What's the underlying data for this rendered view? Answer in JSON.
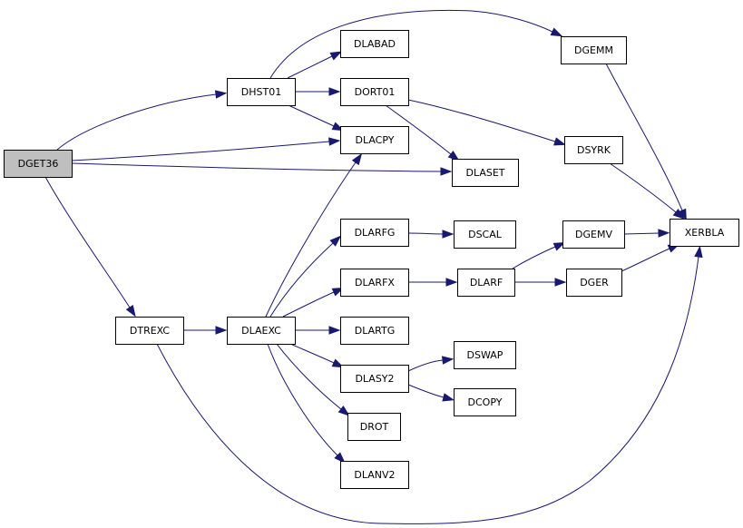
{
  "graph": {
    "colors": {
      "edge": "#191970",
      "node_fill": "#ffffff",
      "root_fill": "#bfbfbf",
      "node_stroke": "#000000"
    },
    "nodes": [
      {
        "id": "DGET36",
        "label": "DGET36",
        "highlighted": true
      },
      {
        "id": "DHST01",
        "label": "DHST01"
      },
      {
        "id": "DTREXC",
        "label": "DTREXC"
      },
      {
        "id": "DLABAD",
        "label": "DLABAD"
      },
      {
        "id": "DORT01",
        "label": "DORT01"
      },
      {
        "id": "DLACPY",
        "label": "DLACPY"
      },
      {
        "id": "DLASET",
        "label": "DLASET"
      },
      {
        "id": "DGEMM",
        "label": "DGEMM"
      },
      {
        "id": "DSYRK",
        "label": "DSYRK"
      },
      {
        "id": "XERBLA",
        "label": "XERBLA"
      },
      {
        "id": "DLAEXC",
        "label": "DLAEXC"
      },
      {
        "id": "DLARFG",
        "label": "DLARFG"
      },
      {
        "id": "DSCAL",
        "label": "DSCAL"
      },
      {
        "id": "DLARFX",
        "label": "DLARFX"
      },
      {
        "id": "DLARF",
        "label": "DLARF"
      },
      {
        "id": "DGEMV",
        "label": "DGEMV"
      },
      {
        "id": "DGER",
        "label": "DGER"
      },
      {
        "id": "DLARTG",
        "label": "DLARTG"
      },
      {
        "id": "DLASY2",
        "label": "DLASY2"
      },
      {
        "id": "DSWAP",
        "label": "DSWAP"
      },
      {
        "id": "DCOPY",
        "label": "DCOPY"
      },
      {
        "id": "DROT",
        "label": "DROT"
      },
      {
        "id": "DLANV2",
        "label": "DLANV2"
      }
    ],
    "edges": [
      {
        "from": "DGET36",
        "to": "DHST01"
      },
      {
        "from": "DGET36",
        "to": "DLACPY"
      },
      {
        "from": "DGET36",
        "to": "DLASET"
      },
      {
        "from": "DGET36",
        "to": "DTREXC"
      },
      {
        "from": "DHST01",
        "to": "DGEMM"
      },
      {
        "from": "DHST01",
        "to": "DLABAD"
      },
      {
        "from": "DHST01",
        "to": "DORT01"
      },
      {
        "from": "DHST01",
        "to": "DLACPY"
      },
      {
        "from": "DORT01",
        "to": "DLASET"
      },
      {
        "from": "DORT01",
        "to": "DSYRK"
      },
      {
        "from": "DGEMM",
        "to": "XERBLA"
      },
      {
        "from": "DSYRK",
        "to": "XERBLA"
      },
      {
        "from": "DTREXC",
        "to": "DLAEXC"
      },
      {
        "from": "DTREXC",
        "to": "XERBLA"
      },
      {
        "from": "DLAEXC",
        "to": "DLACPY"
      },
      {
        "from": "DLAEXC",
        "to": "DLARFG"
      },
      {
        "from": "DLAEXC",
        "to": "DLARFX"
      },
      {
        "from": "DLAEXC",
        "to": "DLARTG"
      },
      {
        "from": "DLAEXC",
        "to": "DLASY2"
      },
      {
        "from": "DLAEXC",
        "to": "DROT"
      },
      {
        "from": "DLAEXC",
        "to": "DLANV2"
      },
      {
        "from": "DLARFG",
        "to": "DSCAL"
      },
      {
        "from": "DLARFX",
        "to": "DLARF"
      },
      {
        "from": "DLARF",
        "to": "DGEMV"
      },
      {
        "from": "DLARF",
        "to": "DGER"
      },
      {
        "from": "DGEMV",
        "to": "XERBLA"
      },
      {
        "from": "DGER",
        "to": "XERBLA"
      },
      {
        "from": "DLASY2",
        "to": "DSWAP"
      },
      {
        "from": "DLASY2",
        "to": "DCOPY"
      }
    ]
  }
}
